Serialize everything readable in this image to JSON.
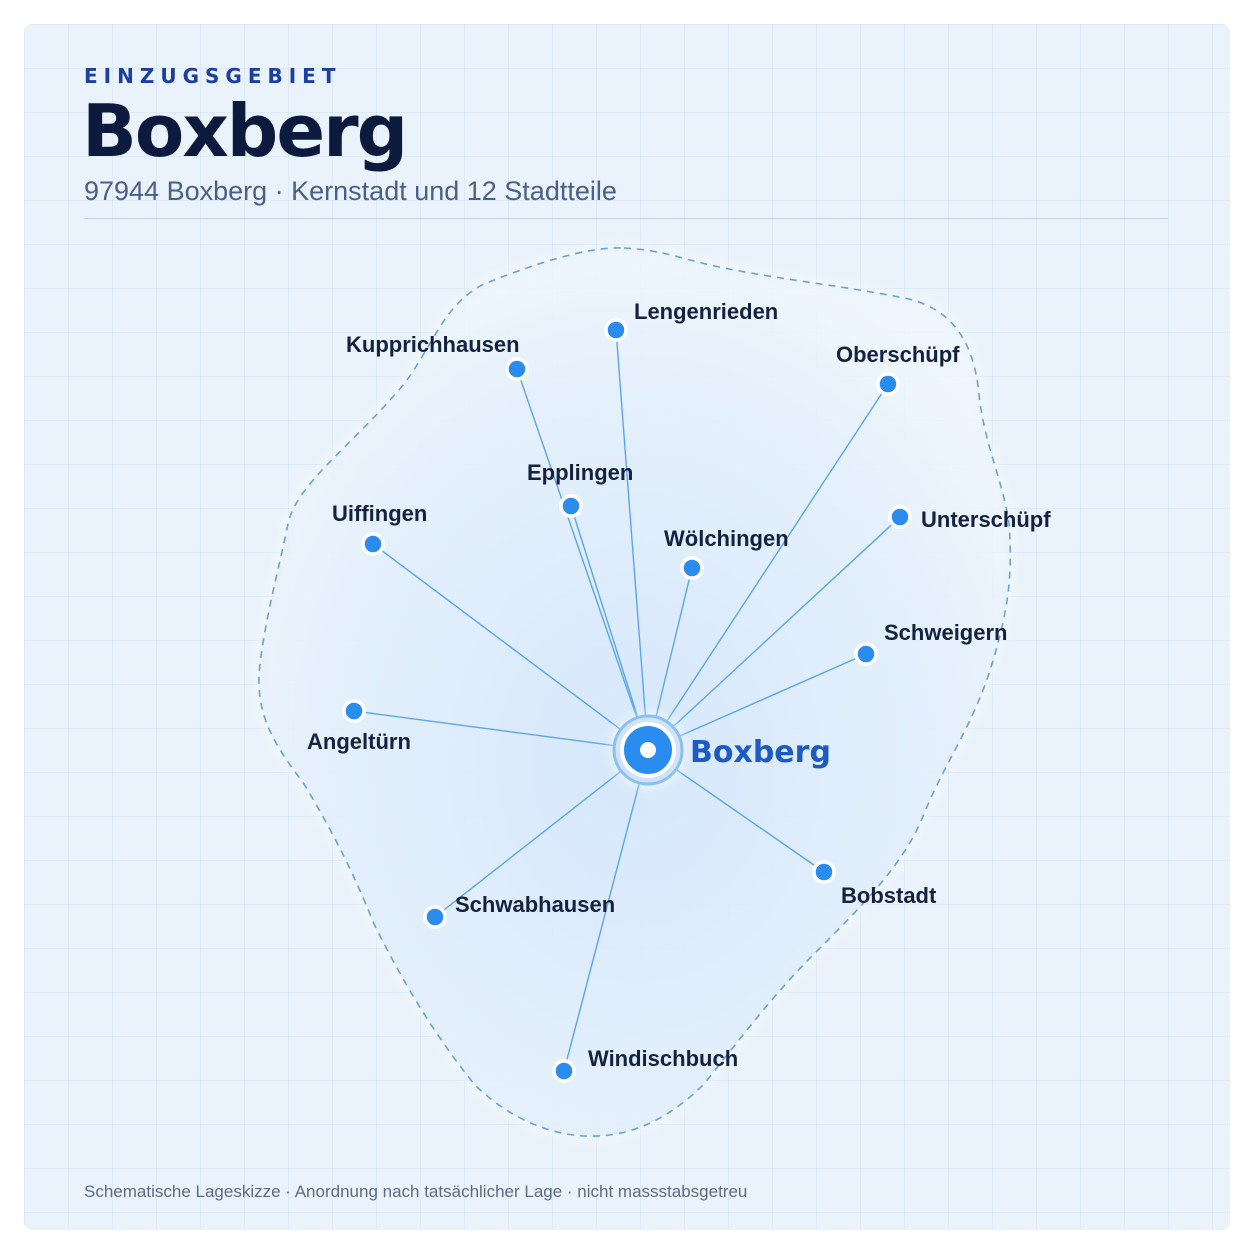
{
  "header": {
    "eyebrow": "EINZUGSGEBIET",
    "title": "Boxberg",
    "subtitle": "97944 Boxberg · Kernstadt und 12 Stadtteile"
  },
  "map": {
    "center": {
      "name": "Boxberg"
    },
    "places": [
      {
        "id": "lengenrieden",
        "name": "Lengenrieden"
      },
      {
        "id": "kupprichhausen",
        "name": "Kupprichhausen"
      },
      {
        "id": "oberschuepf",
        "name": "Oberschüpf"
      },
      {
        "id": "epplingen",
        "name": "Epplingen"
      },
      {
        "id": "uiffingen",
        "name": "Uiffingen"
      },
      {
        "id": "woelchingen",
        "name": "Wölchingen"
      },
      {
        "id": "unterschuepf",
        "name": "Unterschüpf"
      },
      {
        "id": "schweigern",
        "name": "Schweigern"
      },
      {
        "id": "angeltuern",
        "name": "Angeltürn"
      },
      {
        "id": "bobstadt",
        "name": "Bobstadt"
      },
      {
        "id": "schwabhausen",
        "name": "Schwabhausen"
      },
      {
        "id": "windischbuch",
        "name": "Windischbuch"
      }
    ],
    "colors": {
      "accent": "#2b8cf0",
      "line": "#5aa6ee",
      "boundary": "#6aa2d8"
    }
  },
  "footer": {
    "note": "Schematische Lageskizze · Anordnung nach tatsächlicher Lage · nicht massstabsgetreu"
  }
}
